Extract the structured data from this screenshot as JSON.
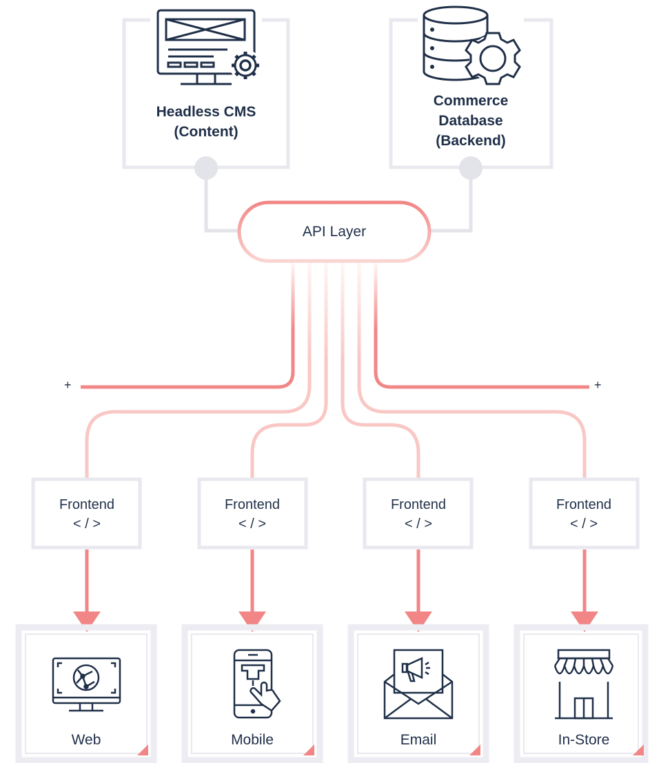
{
  "sources": [
    {
      "id": "cms",
      "icon": "cms-monitor-gear-icon",
      "lines": [
        "Headless CMS",
        "(Content)"
      ]
    },
    {
      "id": "db",
      "icon": "database-gear-icon",
      "lines": [
        "Commerce",
        "Database",
        "(Backend)"
      ]
    }
  ],
  "api": {
    "label": "API Layer"
  },
  "frontends": [
    {
      "label": "Frontend",
      "code": "< / >"
    },
    {
      "label": "Frontend",
      "code": "< / >"
    },
    {
      "label": "Frontend",
      "code": "< / >"
    },
    {
      "label": "Frontend",
      "code": "< / >"
    }
  ],
  "channels": [
    {
      "label": "Web",
      "icon": "web-monitor-icon"
    },
    {
      "label": "Mobile",
      "icon": "mobile-phone-icon"
    },
    {
      "label": "Email",
      "icon": "email-envelope-icon"
    },
    {
      "label": "In-Store",
      "icon": "store-front-icon"
    }
  ],
  "plus_markers": [
    "+",
    "+"
  ],
  "colors": {
    "navy": "#1f2f48",
    "coral": "#f28585",
    "pink_light": "#f9c7c4",
    "box_border": "#e8e8ef",
    "connector_grey": "#e3e3ea"
  }
}
